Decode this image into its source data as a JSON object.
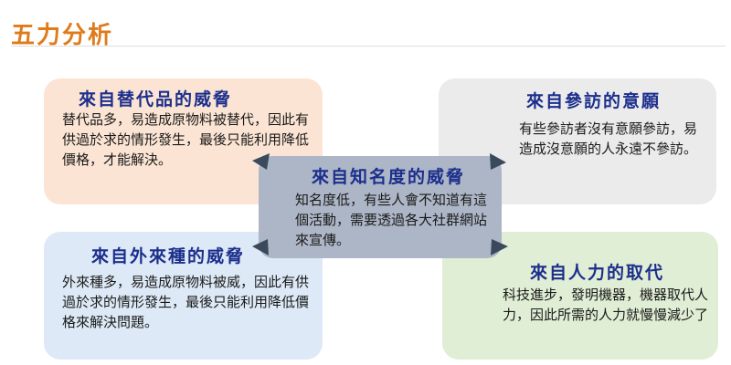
{
  "page": {
    "title": "五力分析"
  },
  "boxes": {
    "substitute": {
      "title": "來自替代品的威脅",
      "text": "替代品多，易造成原物料被替代，因此有供過於求的情形發生，最後只能利用降低價格，才能解決。",
      "color": "#fbe4d3"
    },
    "visitors": {
      "title": "來自參訪的意願",
      "text": "有些參訪者沒有意願參訪，易造成沒意願的人永遠不參訪。",
      "color": "#ebebeb"
    },
    "foreign": {
      "title": "來自外來種的威脅",
      "text": "外來種多，易造成原物料被威，因此有供過於求的情形發生，最後只能利用降低價格來解決問題。",
      "color": "#dde9f6"
    },
    "manpower": {
      "title": "來自人力的取代",
      "text": "科技進步，發明機器，機器取代人力，因此所需的人力就慢慢減少了",
      "color": "#e0eed5"
    },
    "awareness": {
      "title": "來自知名度的威脅",
      "text": "知名度低，有些人會不知道有這個活動，需要透過各大社群網站來宣傳。",
      "color": "#adb6c7"
    }
  },
  "colors": {
    "title": "#e07b1a",
    "heading": "#1c2f8c",
    "arrow": "#3a4a5c"
  }
}
